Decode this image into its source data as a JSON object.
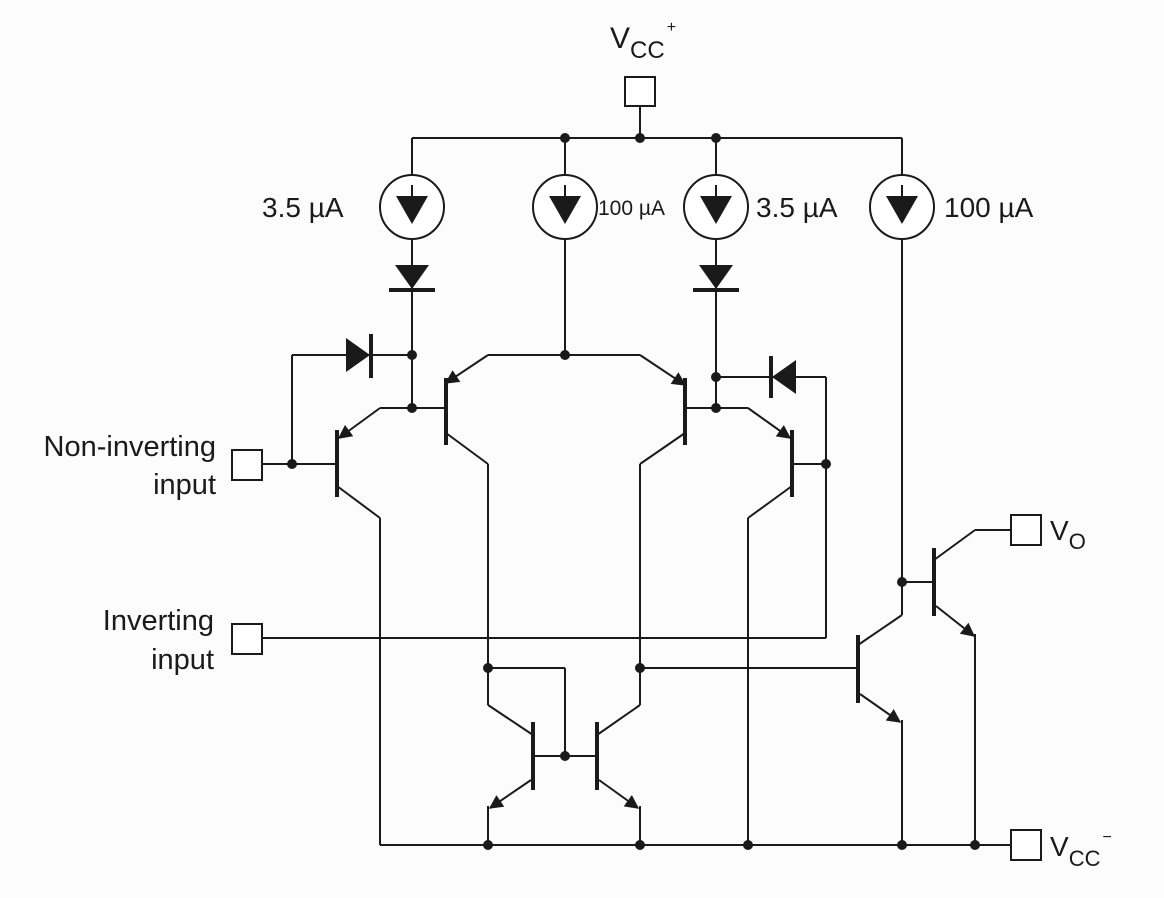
{
  "supply": {
    "vcc_plus_main": "V",
    "vcc_plus_sub": "CC",
    "vcc_plus_sup": "+",
    "vcc_minus_main": "V",
    "vcc_minus_sub": "CC",
    "vcc_minus_sup": "−"
  },
  "sources": {
    "s1": "3.5 µA",
    "s2": "100 µA",
    "s3": "3.5 µA",
    "s4": "100 µA"
  },
  "pins": {
    "noninv_line1": "Non-inverting",
    "noninv_line2": "input",
    "inv_line1": "Inverting",
    "inv_line2": "input",
    "out_main": "V",
    "out_sub": "O"
  },
  "colors": {
    "ink": "#1a1a1a",
    "background": "#fcfcfc"
  }
}
